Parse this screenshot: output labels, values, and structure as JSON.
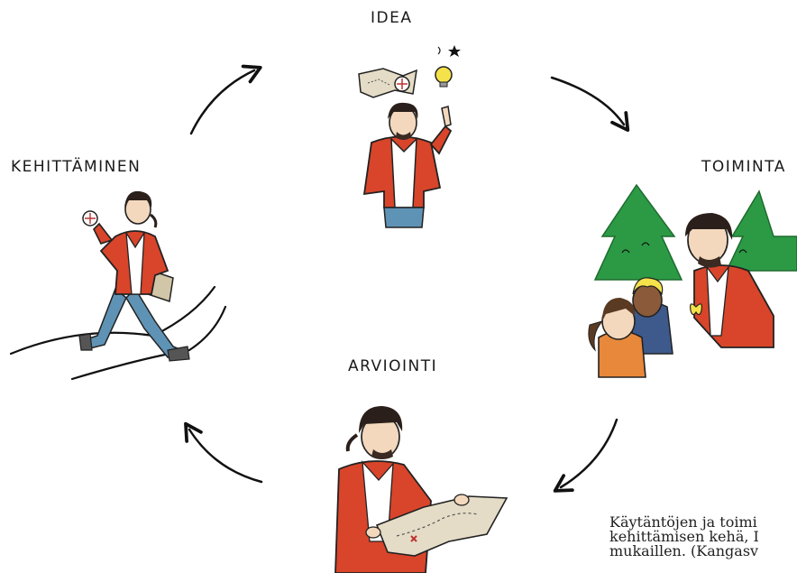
{
  "stages": {
    "idea": "IDEA",
    "toiminta": "TOIMINTA",
    "arviointi": "ARVIOINTI",
    "kehittaminen": "KEHITTÄMINEN"
  },
  "caption": {
    "line1": "Käytäntöjen ja toimi",
    "line2": "kehittämisen kehä, I",
    "line3": "mukaillen. (Kangasv"
  },
  "colors": {
    "jacket": "#d8452a",
    "jeans": "#5f93b5",
    "tree": "#2c9a45",
    "hair": "#2a1f1a",
    "skin": "#f3d8bd",
    "bulb": "#f5e14a"
  }
}
